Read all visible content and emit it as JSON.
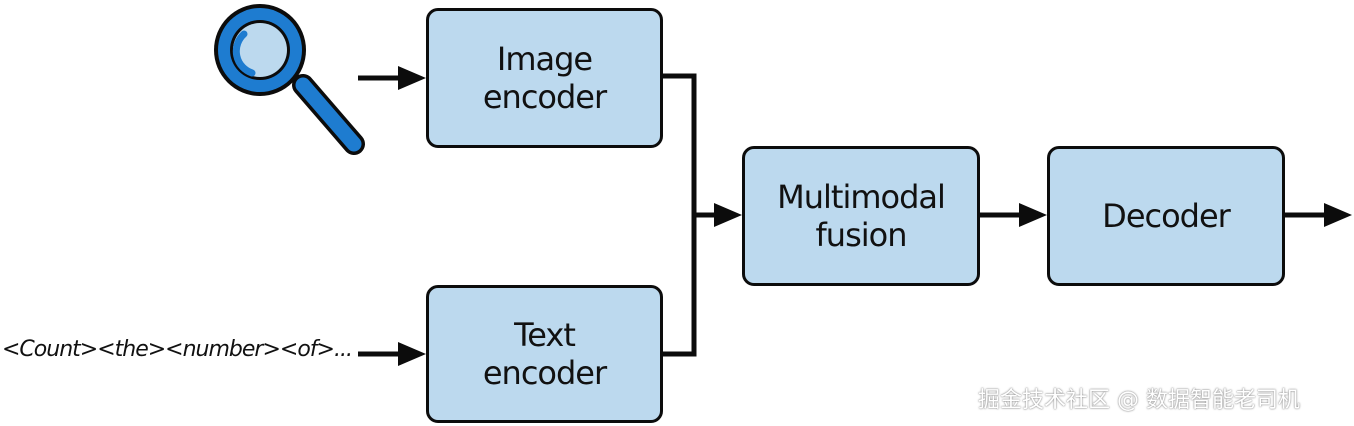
{
  "nodes": {
    "image_encoder": {
      "lines": [
        "Image",
        "encoder"
      ]
    },
    "text_encoder": {
      "lines": [
        "Text",
        "encoder"
      ]
    },
    "multimodal_fusion": {
      "lines": [
        "Multimodal",
        "fusion"
      ]
    },
    "decoder": {
      "lines": [
        "Decoder"
      ]
    }
  },
  "input_text": "<Count><the><number><of>...",
  "input_icon": "magnifying-glass-icon",
  "watermark": "掘金技术社区 @ 数据智能老司机",
  "colors": {
    "box_fill": "#bcd9ee",
    "stroke": "#0c0c0c",
    "icon_blue": "#1e7cd0",
    "icon_light": "#bcd9ee"
  }
}
